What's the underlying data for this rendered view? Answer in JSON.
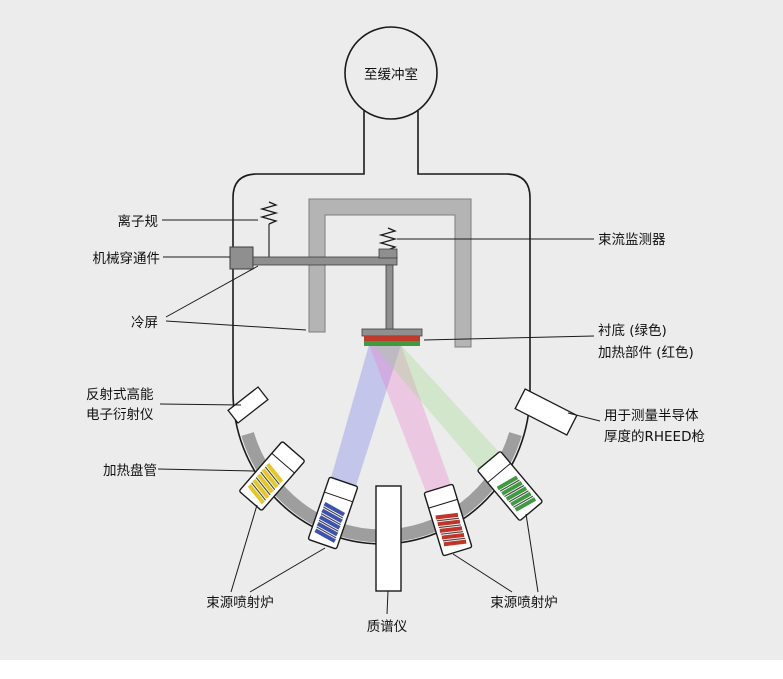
{
  "labels": {
    "to_buffer_chamber": "至缓冲室",
    "ion_gauge": "离子规",
    "mechanical_feedthrough": "机械穿通件",
    "cold_shield": "冷屏",
    "rheed_analyzer_line1": "反射式高能",
    "rheed_analyzer_line2": "电子衍射仪",
    "heating_coil": "加热盘管",
    "beam_flux_monitor": "束流监测器",
    "substrate": "衬底 (绿色)",
    "heating_element": "加热部件 (红色)",
    "rheed_gun_line1": "用于测量半导体",
    "rheed_gun_line2": "厚度的RHEED枪",
    "effusion_cells_left": "束源喷射炉",
    "mass_spectrometer": "质谱仪",
    "effusion_cells_right": "束源喷射炉"
  },
  "colors": {
    "background": "#ececec",
    "page_margin": "#ffffff",
    "panel_gray": "#b4b4b4",
    "band_gray": "#9e9e9e",
    "hardware_gray": "#8f8f8f",
    "substrate_green": "#3f9b3f",
    "heater_red": "#c03a2b",
    "coil_yellow": "#e6c822",
    "coil_blue": "#3d52b0",
    "coil_red": "#c23428",
    "coil_green": "#3f9b3f",
    "beam_blue": "rgba(110,115,230,0.32)",
    "beam_pink": "rgba(235,120,205,0.32)",
    "beam_green": "rgba(150,215,125,0.30)"
  }
}
